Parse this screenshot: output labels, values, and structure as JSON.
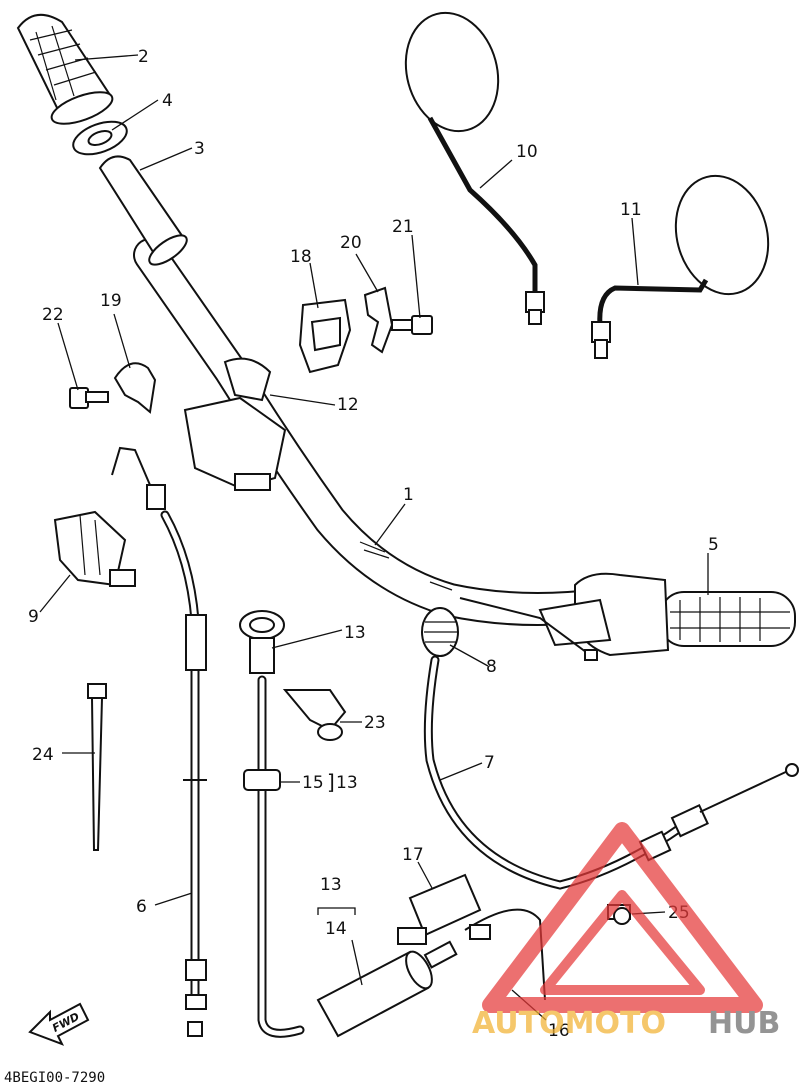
{
  "diagram": {
    "footer_code": "4BEGI00-7290",
    "fwd_label": "FWD",
    "callouts": {
      "c1": "1",
      "c2": "2",
      "c3": "3",
      "c4": "4",
      "c5": "5",
      "c6": "6",
      "c7": "7",
      "c8": "8",
      "c9": "9",
      "c10": "10",
      "c11": "11",
      "c12": "12",
      "c13a": "13",
      "c13b": "13",
      "c13c": "13",
      "c14": "14",
      "c15": "15",
      "c16": "16",
      "c17": "17",
      "c18": "18",
      "c19": "19",
      "c20": "20",
      "c21": "21",
      "c22": "22",
      "c23": "23",
      "c24": "24",
      "c25": "25"
    }
  },
  "watermark": {
    "brand_part1": "AUTOMOTO",
    "brand_part2": "HUB",
    "colors": {
      "triangle": "#e63a3a",
      "text_primary": "#f2b233",
      "text_secondary": "#6b6b6b"
    }
  }
}
